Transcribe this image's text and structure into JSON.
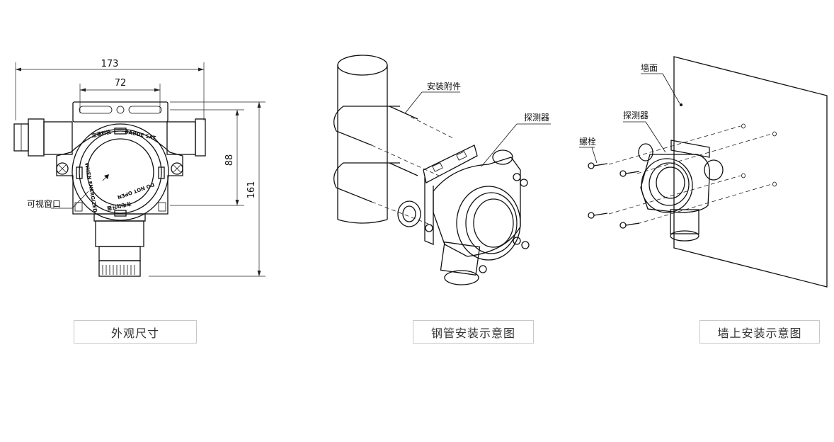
{
  "captions": {
    "dimensions": "外观尺寸",
    "pipe_mount": "钢管安装示意图",
    "wall_mount": "墙上安装示意图"
  },
  "dimensions": {
    "total_width": "173",
    "bracket_spacing": "72",
    "bracket_height": "88",
    "total_height": "161"
  },
  "labels": {
    "viewing_window": "可视窗口",
    "mounting_accessory": "安装附件",
    "detector_pipe": "探测器",
    "wall_surface": "墙面",
    "detector_wall": "探测器",
    "bolt": "螺栓"
  },
  "device_markings": {
    "brand": "宝德科技",
    "model": "BAODE SAT",
    "warning_cn": "有电勿开盖",
    "warning_en_1": "DO NOT OPEN",
    "warning_en_2": "WHEN ENERGIZED"
  }
}
